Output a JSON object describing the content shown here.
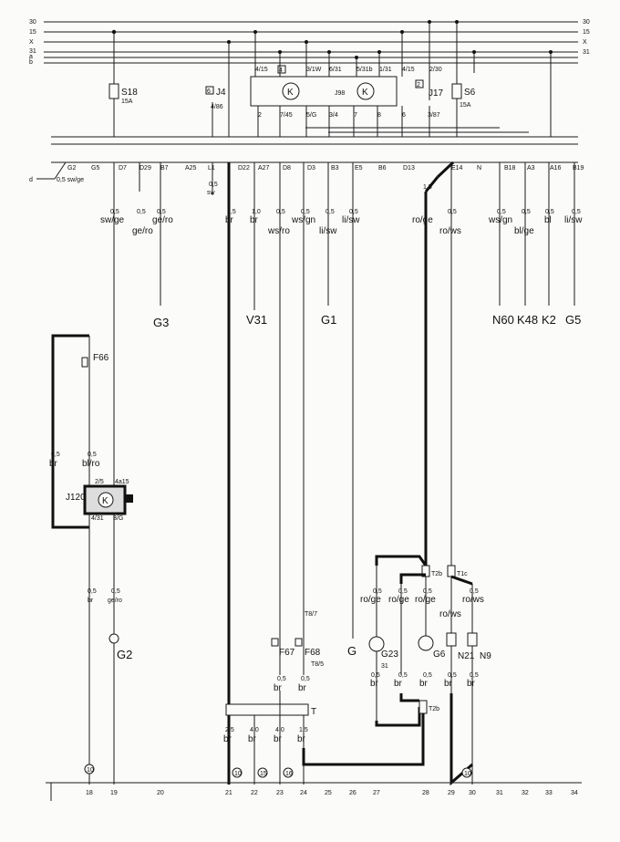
{
  "bus": [
    "30",
    "15",
    "X",
    "31",
    "a",
    "b"
  ],
  "top": {
    "fuse_s18": "S18",
    "fuse_s18_rating": "15A",
    "j4": "J4",
    "j4_num": "6",
    "j4_pin": "4/86",
    "k_label": "K",
    "j98": "J98",
    "j98_num": "4",
    "j17": "J17",
    "j17_num": "2",
    "fuse_s6": "S6",
    "fuse_s6_rating": "15A",
    "pins_top": [
      "4/15",
      "3/1W",
      "6/31",
      "5/31b",
      "1/31",
      "4/15",
      "2/30"
    ],
    "pins_bottom": [
      "2",
      "7/45",
      "5/G",
      "3/4",
      "7",
      "8",
      "6",
      "3/87"
    ]
  },
  "connector": {
    "pins": [
      "G2",
      "G5",
      "D7",
      "D29",
      "B7",
      "A25",
      "L1",
      "D22",
      "A27",
      "D8",
      "D3",
      "B3",
      "E5",
      "B6",
      "D13",
      "E14",
      "N",
      "B18",
      "A3",
      "A16",
      "B19"
    ],
    "wire_d": "d",
    "wire_swge": "0,5 sw/ge"
  },
  "wires": {
    "w05": "0,5",
    "w10": "1,0",
    "w15": "1,5",
    "swge": "sw/ge",
    "gero": "ge/ro",
    "gero_small": "ge/ro",
    "sw": "sw",
    "br": "br",
    "br_small": "br",
    "wsro": "ws/ro",
    "wsgn": "ws/gn",
    "lisw": "li/sw",
    "roge": "ro/ge",
    "rows": "ro/ws",
    "blge": "bl/ge",
    "bl": "bl",
    "blro": "bl/ro"
  },
  "components": {
    "g3": "G3",
    "v31": "V31",
    "g1": "G1",
    "n60": "N60",
    "k48": "K48",
    "k2": "K2",
    "g5": "G5",
    "f66": "F66",
    "g2": "G2",
    "f67": "F67",
    "f68": "F68",
    "g": "G",
    "g23": "G23",
    "g6": "G6",
    "n21": "N21",
    "n9": "N9"
  },
  "lower": {
    "j120": "J120",
    "j120_pin_top_left": "2/5",
    "j120_pin_top_right": "4a15",
    "j120_pin_bottom_left": "4/31",
    "j120_pin_bottom_right": "3/G",
    "t8_7": "T8/7",
    "t8_5": "T8/5",
    "t": "T",
    "w25": "2,5",
    "w40": "4,0",
    "g23_pin": "31",
    "t2b": "T2b",
    "t1c": "T1c",
    "ground_10": "10",
    "ground_15": "15",
    "ground_16": "16"
  },
  "columns": [
    "18",
    "19",
    "20",
    "21",
    "22",
    "23",
    "24",
    "25",
    "26",
    "27",
    "28",
    "29",
    "30",
    "31",
    "32",
    "33",
    "34"
  ]
}
